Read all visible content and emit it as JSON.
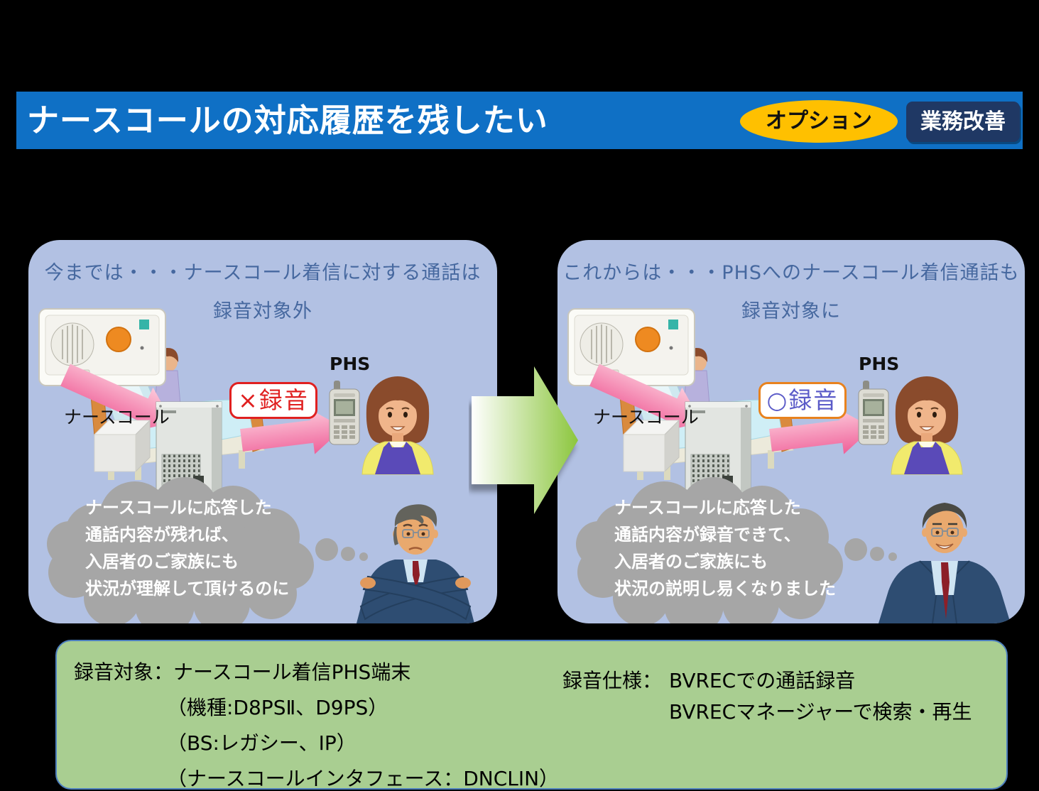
{
  "slide": {
    "header": {
      "title": "ナースコールの対応履歴を残したい",
      "option_badge": "オプション",
      "improvement_badge": "業務改善"
    },
    "before": {
      "title_line1": "今までは・・・ナースコール着信に対する通話は",
      "title_line2": "録音対象外",
      "nursecall_label": "ナースコール",
      "phs_label": "PHS",
      "record_badge": "×録音",
      "thought_line1": "ナースコールに応答した",
      "thought_line2": "通話内容が残れば、",
      "thought_line3": "入居者のご家族にも",
      "thought_line4": "状況が理解して頂けるのに"
    },
    "after": {
      "title_line1": "これからは・・・PHSへのナースコール着信通話も",
      "title_line2": "録音対象に",
      "nursecall_label": "ナースコール",
      "phs_label": "PHS",
      "record_badge": "○録音",
      "thought_line1": "ナースコールに応答した",
      "thought_line2": "通話内容が録音できて、",
      "thought_line3": "入居者のご家族にも",
      "thought_line4": "状況の説明し易くなりました"
    },
    "footer": {
      "target_label": "録音対象：",
      "target_value": "ナースコール着信PHS端末",
      "target_detail1": "（機種:D8PSⅡ、D9PS）",
      "target_detail2": "（BS:レガシー、IP）",
      "target_detail3": "（ナースコールインタフェース：DNCLIN）",
      "spec_label": "録音仕様：",
      "spec_value": "BVRECでの通話録音",
      "spec_detail1": "BVRECマネージャーで検索・再生"
    },
    "colors": {
      "background": "#000000",
      "header_bg": "#0f70c5",
      "header_text": "#ffffff",
      "option_badge_bg": "#ffc000",
      "improvement_badge_bg": "#1f3864",
      "panel_bg": "#b2c1e3",
      "panel_title_text": "#46689f",
      "thought_cloud": "#a6a6a6",
      "footer_bg": "#a9ce91",
      "footer_border": "#4d7fbe",
      "record_no_color": "#e02020",
      "record_yes_text": "#5b5bc8",
      "record_yes_border": "#e8821e",
      "arrow_pink": "#ef5f98",
      "arrow_green": "#8cc63e"
    }
  }
}
